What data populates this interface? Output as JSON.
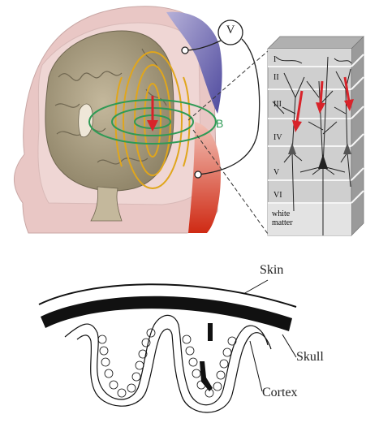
{
  "labels": {
    "voltmeter": "V",
    "magnetic_field": "B",
    "cortical_layers": [
      "I",
      "II",
      "III",
      "IV",
      "V",
      "VI"
    ],
    "white_matter": "white matter",
    "skin": "Skin",
    "skull": "Skull",
    "cortex": "Cortex"
  },
  "colors": {
    "field_lines": "#e0a61c",
    "b_field": "#2e9a55",
    "current_arrow": "#d8232a",
    "electrode_top": "#6a64b3",
    "electrode_bottom": "#d94426",
    "head_skin": "#e9c7c5",
    "brain_tissue": "#b3a68a",
    "cortex_block": "#c9c9c9"
  }
}
